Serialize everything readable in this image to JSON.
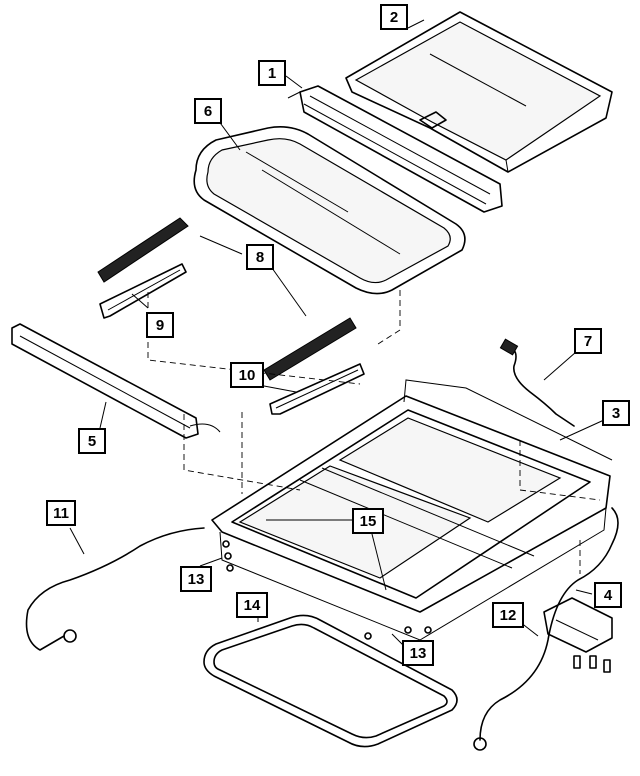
{
  "callouts": [
    {
      "id": "1",
      "text": "1"
    },
    {
      "id": "2",
      "text": "2"
    },
    {
      "id": "3",
      "text": "3"
    },
    {
      "id": "4",
      "text": "4"
    },
    {
      "id": "5",
      "text": "5"
    },
    {
      "id": "6",
      "text": "6"
    },
    {
      "id": "7",
      "text": "7"
    },
    {
      "id": "8",
      "text": "8"
    },
    {
      "id": "9",
      "text": "9"
    },
    {
      "id": "10",
      "text": "10"
    },
    {
      "id": "11",
      "text": "11"
    },
    {
      "id": "12",
      "text": "12"
    },
    {
      "id": "13a",
      "text": "13"
    },
    {
      "id": "13b",
      "text": "13"
    },
    {
      "id": "14",
      "text": "14"
    },
    {
      "id": "15",
      "text": "15"
    }
  ]
}
